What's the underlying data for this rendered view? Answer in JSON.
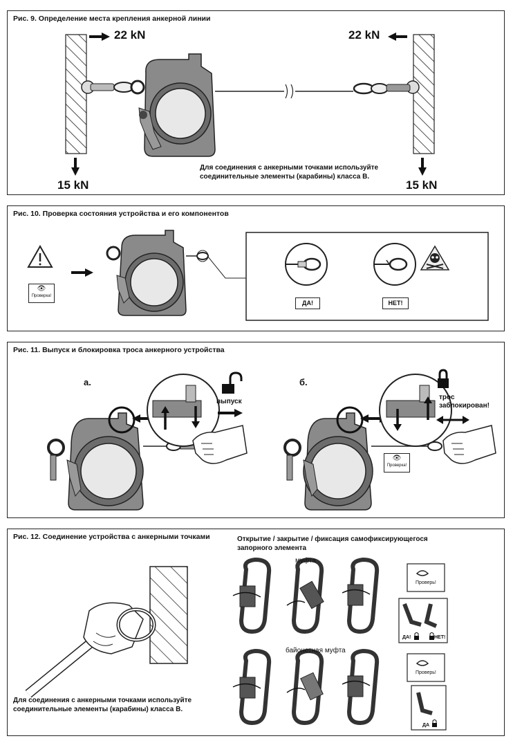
{
  "fig9": {
    "title": "Рис. 9. Определение места крепления анкерной линии",
    "force_left_horizontal": "22 kN",
    "force_right_horizontal": "22 kN",
    "force_left_vertical": "15 kN",
    "force_right_vertical": "15 kN",
    "note_line1": "Для соединения с анкерными точками используйте",
    "note_line2": "соединительные элементы (карабины) класса В."
  },
  "fig10": {
    "title": "Рис. 10. Проверка состояния устройства и его компонентов",
    "check_label": "Проверка!",
    "yes_label": "ДА!",
    "no_label": "НЕТ!"
  },
  "fig11": {
    "title": "Рис. 11. Выпуск и блокировка троса анкерного устройства",
    "step_a": "а.",
    "step_b": "б.",
    "release_label": "выпуск",
    "locked_line1": "трос",
    "locked_line2": "заблокирован!",
    "check_label": "Проверка!"
  },
  "fig12": {
    "title": "Рис. 12. Соединение устройства с анкерными точками",
    "subtitle_line1": "Открытие / закрытие / фиксация самофиксирующегося",
    "subtitle_line2": "запорного элемента",
    "sleeve_label": "муфта",
    "bayonet_label": "байонетная муфта",
    "check_label_1": "Проверь!",
    "check_label_2": "Проверь!",
    "yes_label": "ДА!",
    "no_label": "НЕТ!",
    "yes_label_2": "ДА",
    "note_line1": "Для соединения с анкерными точками используйте",
    "note_line2": "соединительные элементы (карабины) класса В."
  }
}
